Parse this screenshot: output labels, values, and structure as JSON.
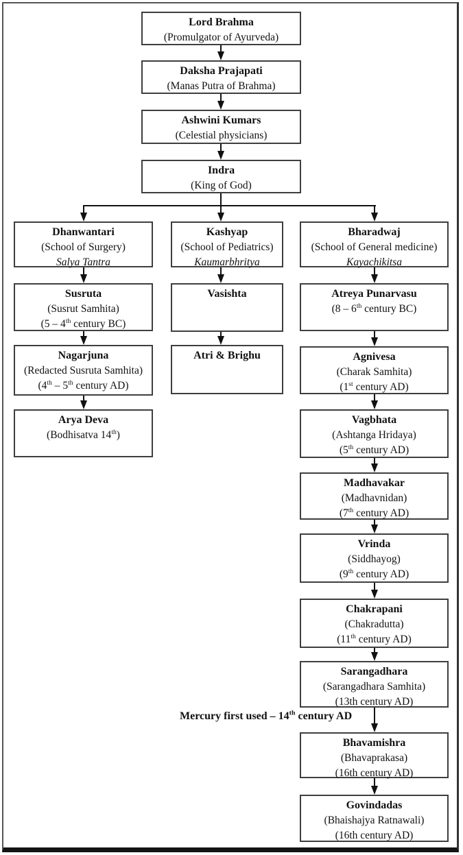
{
  "nodes": [
    {
      "id": "lord-brahma",
      "title": "Lord Brahma",
      "sub1": "(Promulgator of Ayurveda)"
    },
    {
      "id": "daksha-prajapati",
      "title": "Daksha Prajapati",
      "sub1": "(Manas Putra of Brahma)"
    },
    {
      "id": "ashwini-kumars",
      "title": "Ashwini Kumars",
      "sub1": "(Celestial physicians)"
    },
    {
      "id": "indra",
      "title": "Indra",
      "sub1": "(King of God)"
    },
    {
      "id": "dhanwantari",
      "title": "Dhanwantari",
      "sub1": "(School of Surgery)",
      "sub2": "Salya Tantra"
    },
    {
      "id": "susruta",
      "title": "Susruta",
      "sub1": "(Susrut Samhita)",
      "sub2": "(5 – 4[th] century BC)"
    },
    {
      "id": "nagarjuna",
      "title": "Nagarjuna",
      "sub1": "(Redacted Susruta Samhita)",
      "sub2": "(4[th] – 5[th] century AD)"
    },
    {
      "id": "arya-deva",
      "title": "Arya Deva",
      "sub1": "(Bodhisatva 14[th])"
    },
    {
      "id": "kashyap",
      "title": "Kashyap",
      "sub1": "(School of Pediatrics)",
      "sub2": "Kaumarbhritya"
    },
    {
      "id": "vasishta",
      "title": "Vasishta"
    },
    {
      "id": "atri-brighu",
      "title": "Atri & Brighu"
    },
    {
      "id": "bharadwaj",
      "title": "Bharadwaj",
      "sub1": "(School of General medicine)",
      "sub2": "Kayachikitsa"
    },
    {
      "id": "atreya-punarvasu",
      "title": "Atreya Punarvasu",
      "sub1": "(8 – 6[th] century BC)"
    },
    {
      "id": "agnivesa",
      "title": "Agnivesa",
      "sub1": "(Charak Samhita)",
      "sub2": "(1[st] century AD)"
    },
    {
      "id": "vagbhata",
      "title": "Vagbhata",
      "sub1": "(Ashtanga Hridaya)",
      "sub2": "(5[th] century AD)"
    },
    {
      "id": "madhavakar",
      "title": "Madhavakar",
      "sub1": "(Madhavnidan)",
      "sub2": "(7[th] century AD)"
    },
    {
      "id": "vrinda",
      "title": "Vrinda",
      "sub1": "(Siddhayog)",
      "sub2": "(9[th] century AD)"
    },
    {
      "id": "chakrapani",
      "title": "Chakrapani",
      "sub1": "(Chakradutta)",
      "sub2": "(11[th] century AD)"
    },
    {
      "id": "sarangadhara",
      "title": "Sarangadhara",
      "sub1": "(Sarangadhara Samhita)",
      "sub2": "(13th century AD)"
    },
    {
      "id": "bhavamishra",
      "title": "Bhavamishra",
      "sub1": "(Bhavaprakasa)",
      "sub2": "(16th century AD)"
    },
    {
      "id": "govindadas",
      "title": "Govindadas",
      "sub1": "(Bhaishajya Ratnawali)",
      "sub2": "(16th century AD)"
    }
  ],
  "annotation": {
    "text": "Mercury first used – 14[th] century AD"
  },
  "colors": {
    "background": "#ffffff",
    "box_border": "#3e3e3e",
    "text": "#111111",
    "line": "#111111"
  }
}
